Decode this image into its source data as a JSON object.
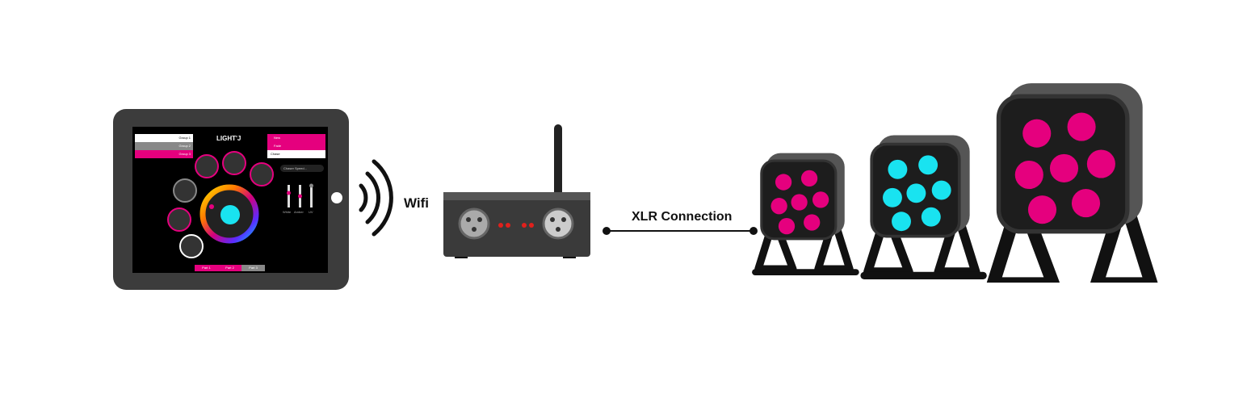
{
  "labels": {
    "wifi": "Wifi",
    "xlr": "XLR Connection"
  },
  "tablet": {
    "logo": "LIGHT'J",
    "groups": [
      "Group 1",
      "Group 2",
      "Group 3"
    ],
    "menu": [
      "New",
      "Fade",
      "Chase"
    ],
    "chaser_speed": "Chaser Speed...",
    "sliders": [
      "White",
      "Amber",
      "UV"
    ],
    "parts": [
      "Part 1",
      "Part 2",
      "Part 3"
    ]
  },
  "colors": {
    "magenta": "#e5007e",
    "cyan": "#19e3f0",
    "dark": "#3a3a3a"
  }
}
